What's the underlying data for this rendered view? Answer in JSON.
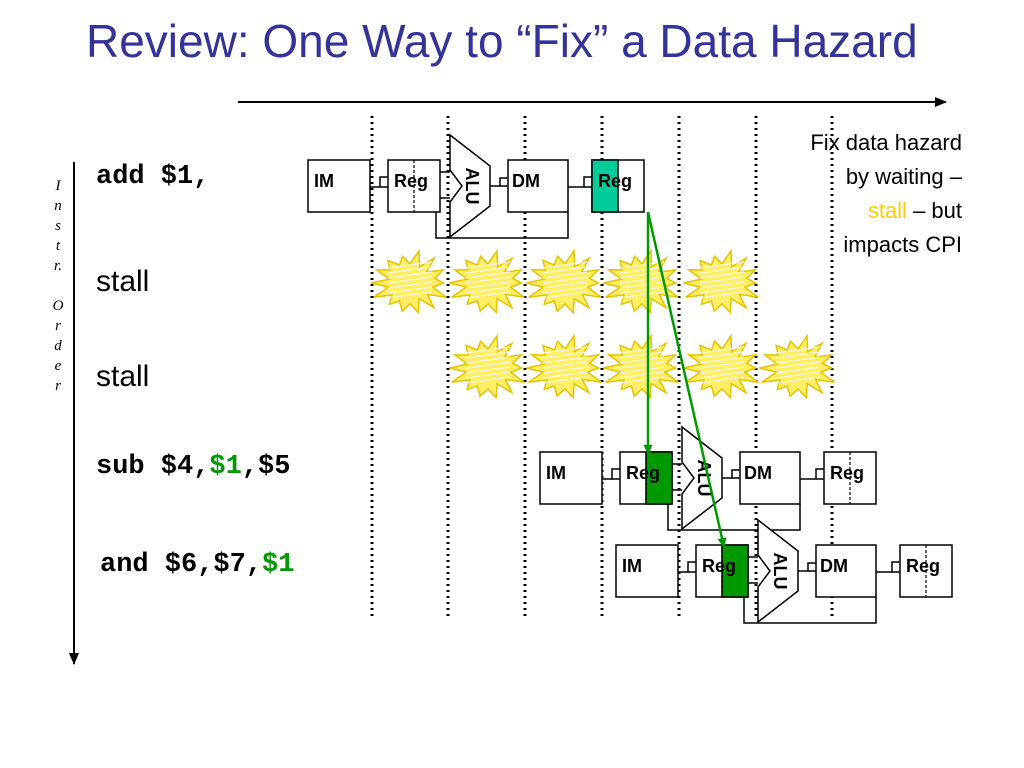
{
  "title": "Review: One Way to “Fix” a Data Hazard",
  "axis_label_letters": [
    "I",
    "n",
    "s",
    "t",
    "r.",
    "",
    "O",
    "r",
    "d",
    "e",
    "r"
  ],
  "note": {
    "line1": "Fix data hazard",
    "line2": "by waiting –",
    "stall_word": "stall",
    "line3_rest": " – but",
    "line4": "impacts CPI"
  },
  "instructions": [
    {
      "parts": [
        {
          "text": "add $1,",
          "highlight": false
        }
      ]
    },
    {
      "parts": [
        {
          "text": "stall",
          "highlight": false
        }
      ]
    },
    {
      "parts": [
        {
          "text": "stall",
          "highlight": false
        }
      ]
    },
    {
      "parts": [
        {
          "text": "sub $4,",
          "highlight": false
        },
        {
          "text": "$1",
          "highlight": true
        },
        {
          "text": ",$5",
          "highlight": false
        }
      ]
    },
    {
      "parts": [
        {
          "text": "and $6,$7,",
          "highlight": false
        },
        {
          "text": "$1",
          "highlight": true
        }
      ]
    }
  ],
  "stage_labels": {
    "im": "IM",
    "reg": "Reg",
    "alu": "ALU",
    "dm": "DM"
  },
  "colors": {
    "title": "#333399",
    "register_write": "#00CC99",
    "register_read": "#009900",
    "forward_arrow": "#009900",
    "stall_burst": "#FFEE66",
    "stall_burst_edge": "#E6C200"
  }
}
